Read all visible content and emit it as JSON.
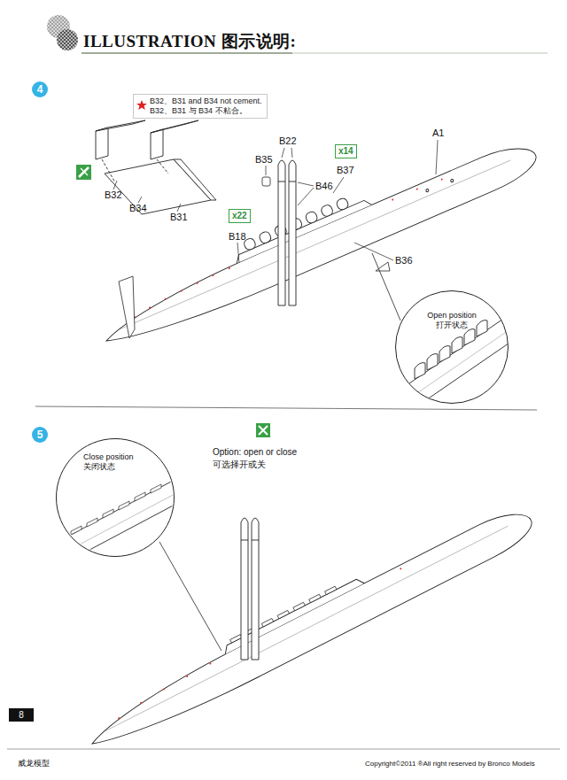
{
  "diagram": {
    "title": "ILLUSTRATION 图示说明:",
    "nodes": [
      {
        "text": [
          "4"
        ]
      },
      {
        "text": [
          "B32、B31 and B34 not cement.",
          "B32、B31 与 B34 不粘合。"
        ]
      },
      {
        "text": [
          "x14"
        ]
      },
      {
        "text": [
          "x22"
        ]
      },
      {
        "text": [
          "Open position",
          "打开状态"
        ]
      },
      {
        "text": [
          "5"
        ]
      },
      {
        "text": [
          "Close position",
          "关闭状态"
        ]
      },
      {
        "text": [
          "8"
        ]
      }
    ],
    "labels": [
      "B32",
      "B34",
      "B31",
      "B22",
      "B35",
      "B46",
      "B37",
      "A1",
      "B18",
      "B36",
      "Option: open or close",
      "可选择开或关",
      "威龙模型",
      "Copyright©2011 ®All right reserved by Bronco Models"
    ]
  }
}
